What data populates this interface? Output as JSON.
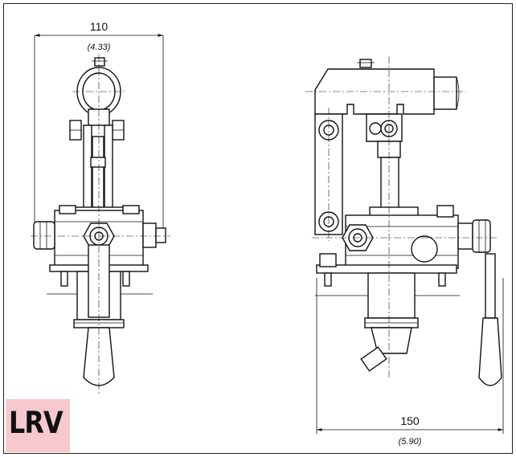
{
  "badge": {
    "label": "LRV",
    "color": "#f7c9cf"
  },
  "dimensions": {
    "left_width": {
      "value": "110",
      "alt": "(4.33)"
    },
    "right_width": {
      "value": "150",
      "alt": "(5.90)"
    }
  }
}
